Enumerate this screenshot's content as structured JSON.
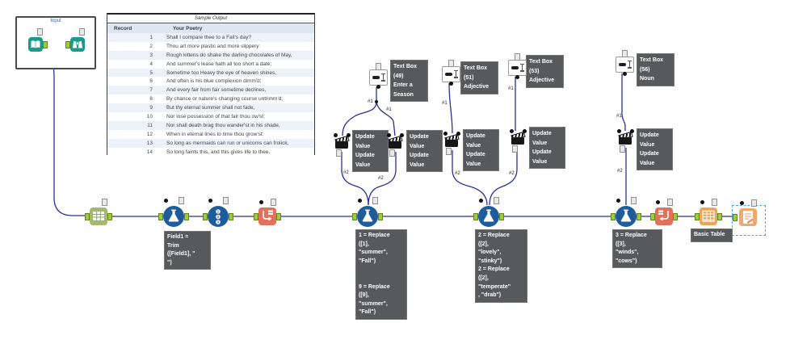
{
  "colors": {
    "wire": "#2e2e96",
    "annotation_bg": "#58595b",
    "annotation_text": "#ffffff",
    "teal_tool": "#189b8a",
    "green_tool": "#a3b96b",
    "blue_tool": "#1e5c9d",
    "salmon_tool": "#e3705b",
    "orange_tool": "#eda558",
    "anchor_green": "#9ccb3b",
    "selection_blue": "#57a8e8",
    "table_header_bg": "#dde7f2",
    "table_alt_row_bg": "#edf2f9"
  },
  "icons": {
    "book-icon": "open-book",
    "binoculars-icon": "binoculars",
    "table-grid-icon": "data-grid",
    "beaker-icon": "chemistry-flask",
    "record-id-icon": "stacked-circles-1-2-3",
    "transpose-icon": "bent-arrow-with-rows",
    "crosstab-icon": "bent-arrow-into-table",
    "table-icon": "report-table-grid",
    "render-icon": "document-with-pencil",
    "text-box-icon": "text-bar-with-cursor",
    "action-icon": "clapperboard"
  },
  "input_container": {
    "label": "Input"
  },
  "sample_output": {
    "title": "Sample Output",
    "columns": [
      "Record",
      "Your Poetry"
    ],
    "rows": [
      [
        1,
        "Shall I compare thee to a Fall's day?"
      ],
      [
        2,
        "Thou art more plastic and more slippery:"
      ],
      [
        3,
        "Rough kittens do shake the darling chocolates of May,"
      ],
      [
        4,
        "And summer's lease hath all too short a date;"
      ],
      [
        5,
        "Sometime too Heavy the eye of heaven shines,"
      ],
      [
        6,
        "And often is his blue complexion dimm'd;"
      ],
      [
        7,
        "And every fair from fair sometime declines,"
      ],
      [
        8,
        "By chance or nature's changing course untrimm'd;"
      ],
      [
        9,
        "But thy eternal summer shall not fade,"
      ],
      [
        10,
        "Nor lose possession of that fair thou ow'st;"
      ],
      [
        11,
        "Nor shall death brag thou wander'st in his shade,"
      ],
      [
        12,
        "When in eternal lines to time thou grow'st:"
      ],
      [
        13,
        "So long as mermaids can run or unicorns can frolick,"
      ],
      [
        14,
        "So long faints this, and this gives life to thee."
      ]
    ]
  },
  "wire_labels": {
    "input": "#1",
    "output": "#2"
  },
  "text_boxes": [
    {
      "label": "Text Box\n(49)\nEnter a\nSeason"
    },
    {
      "label": "Text Box\n(51)\nAdjective"
    },
    {
      "label": "Text Box\n(53)\nAdjective"
    },
    {
      "label": "Text Box\n(56)\nNoun"
    }
  ],
  "update_value_label": "Update\nValue\nUpdate\nValue",
  "annotations": {
    "trim": "Field1 =\nTrim\n([Field1], \"\n\")",
    "replace1": "1 = Replace\n([1],\n\"summer\",\n\"Fall\")\n\n\n9 = Replace\n([9],\n\"summer\",\n\"Fall\")",
    "replace2": "2 = Replace\n([2],\n\"lovely\",\n\"stinky\")\n2 = Replace\n([2],\n\"temperate\"\n, \"drab\")",
    "replace3": "3 = Replace\n([3],\n\"winds\",\n\"cows\")",
    "basic_table": "Basic Table"
  }
}
